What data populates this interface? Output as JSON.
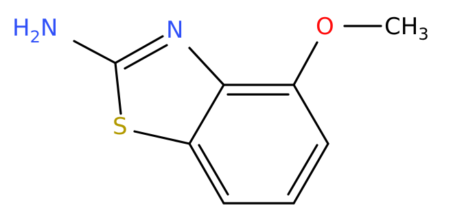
{
  "molecule": {
    "atoms": {
      "amine": {
        "main": "H",
        "sub": "2",
        "tail": "N",
        "color": "#3050F8"
      },
      "ring_n": {
        "text": "N",
        "color": "#3050F8"
      },
      "sulfur": {
        "text": "S",
        "color": "#B29A00"
      },
      "oxygen": {
        "text": "O",
        "color": "#FF0D0D"
      },
      "methyl": {
        "main": "CH",
        "sub": "3",
        "color": "#000000"
      }
    }
  }
}
